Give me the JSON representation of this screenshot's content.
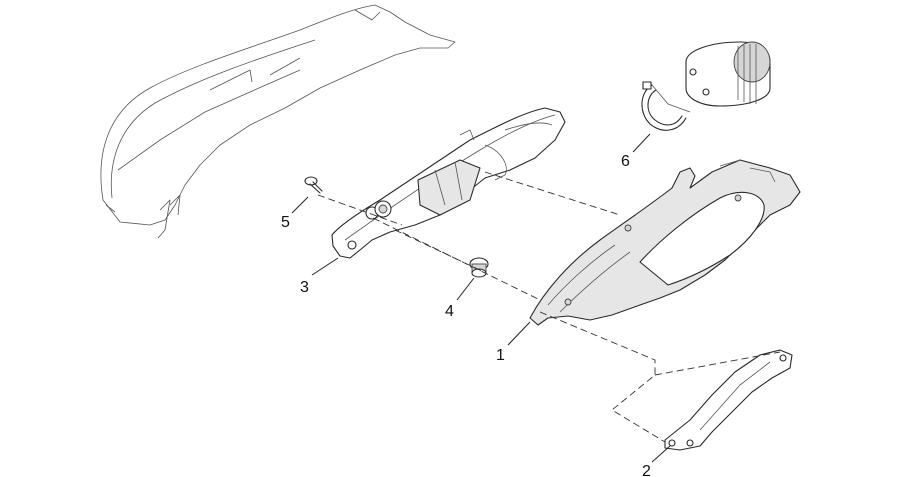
{
  "callouts": [
    {
      "id": "c1",
      "label": "1"
    },
    {
      "id": "c2",
      "label": "2"
    },
    {
      "id": "c3",
      "label": "3"
    },
    {
      "id": "c4",
      "label": "4"
    },
    {
      "id": "c5",
      "label": "5"
    },
    {
      "id": "c6",
      "label": "6"
    }
  ],
  "colors": {
    "line": "#2a2a2a",
    "shade": "#e6e6e6",
    "background": "#ffffff"
  }
}
